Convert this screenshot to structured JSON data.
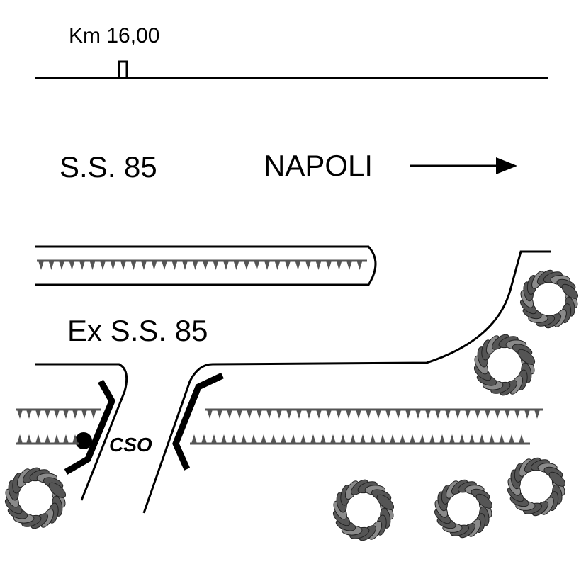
{
  "labels": {
    "km": "Km 16,00",
    "road_main": "S.S. 85",
    "destination": "NAPOLI",
    "road_old": "Ex S.S. 85",
    "station": "CSO"
  },
  "colors": {
    "line": "#000000",
    "vegetation": "#555555",
    "vegetation_highlight": "#8a8a8a",
    "background": "#ffffff"
  },
  "icons": {
    "direction": "arrow-right-icon",
    "tree": "tree-icon",
    "station_marker": "dot-icon",
    "km_marker": "milestone-icon"
  }
}
